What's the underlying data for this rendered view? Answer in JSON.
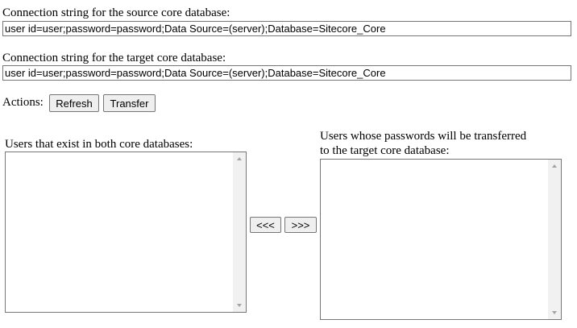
{
  "source": {
    "label": "Connection string for the source core database:",
    "value": "user id=user;password=password;Data Source=(server);Database=Sitecore_Core"
  },
  "target": {
    "label": "Connection string for the target core database:",
    "value": "user id=user;password=password;Data Source=(server);Database=Sitecore_Core"
  },
  "actions": {
    "label": "Actions:",
    "refresh_label": "Refresh",
    "transfer_label": "Transfer"
  },
  "users_both": {
    "label": "Users that exist in both core databases:"
  },
  "users_transfer": {
    "label_line1": "Users whose passwords will be transferred",
    "label_line2": "to the target core database:"
  },
  "move": {
    "left_label": "<<<",
    "right_label": ">>>"
  }
}
